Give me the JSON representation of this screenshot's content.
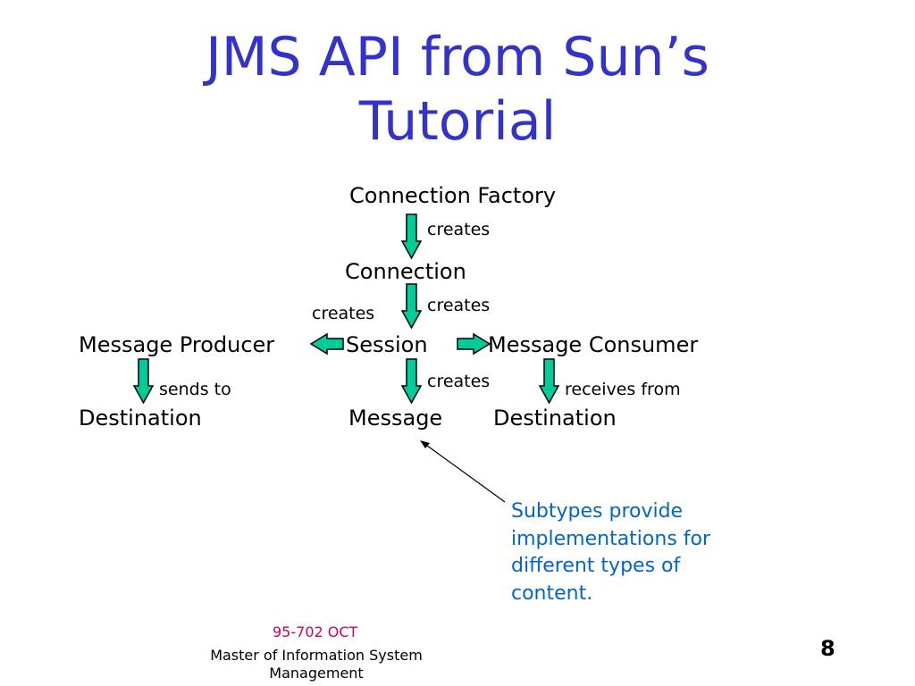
{
  "slide": {
    "title_line1": "JMS API from Sun’s",
    "title_line2": "Tutorial",
    "footer_course": "95-702 OCT",
    "footer_program": "Master of Information System Management",
    "page_number": "8"
  },
  "diagram": {
    "nodes": {
      "connection_factory": "Connection Factory",
      "connection": "Connection",
      "session": "Session",
      "message_producer": "Message Producer",
      "message_consumer": "Message Consumer",
      "message": "Message",
      "producer_destination": "Destination",
      "consumer_destination": "Destination"
    },
    "labels": {
      "factory_creates": "creates",
      "connection_creates": "creates",
      "session_creates_producer": "creates",
      "session_creates_message": "creates",
      "sends_to": "sends to",
      "receives_from": "receives from"
    },
    "note": "Subtypes provide implementations for different types of content.",
    "colors": {
      "title": "#3333cc",
      "arrow_fill": "#00cc99",
      "note_text": "#0066cc",
      "course_text": "#cc0066"
    }
  }
}
